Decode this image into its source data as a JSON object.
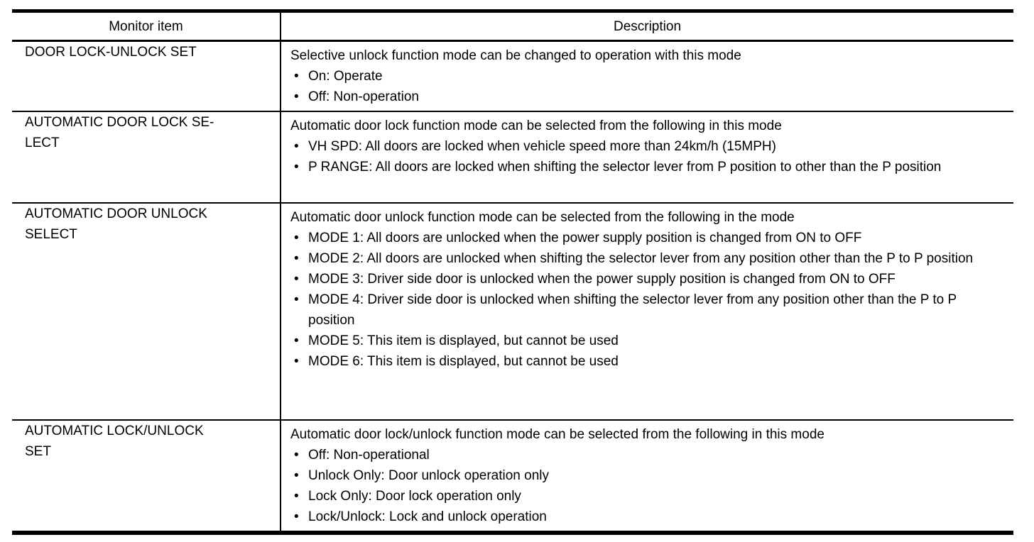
{
  "table": {
    "bullet_char": "•",
    "columns": {
      "monitor_item": "Monitor item",
      "description": "Description"
    },
    "rows": [
      {
        "item": "DOOR LOCK-UNLOCK SET",
        "intro": "Selective unlock function mode can be changed to operation with this mode",
        "bullets": [
          "On: Operate",
          "Off: Non-operation"
        ]
      },
      {
        "item": "AUTOMATIC DOOR LOCK SE-\nLECT",
        "intro": "Automatic door lock function mode can be selected from the following in this mode",
        "bullets": [
          "VH SPD: All doors are locked when vehicle speed more than 24km/h (15MPH)",
          "P RANGE: All doors are locked when shifting the selector lever from P position to other than the P position"
        ]
      },
      {
        "item": "AUTOMATIC DOOR UNLOCK\nSELECT",
        "intro": "Automatic door unlock function mode can be selected from the following in the mode",
        "bullets": [
          "MODE 1: All doors are unlocked when the power supply position is changed from ON to OFF",
          "MODE 2: All doors are unlocked when shifting the selector lever from any position other than the P to P position",
          "MODE 3: Driver side door is unlocked when the power supply position is changed from ON to OFF",
          "MODE 4: Driver side door is unlocked when shifting the selector lever from any position other than the P to P position",
          "MODE 5: This item is displayed, but cannot be used",
          "MODE 6: This item is displayed, but cannot be used"
        ]
      },
      {
        "item": "AUTOMATIC LOCK/UNLOCK\nSET",
        "intro": "Automatic door lock/unlock function mode can be selected from the following in this mode",
        "bullets": [
          "Off: Non-operational",
          "Unlock Only: Door unlock operation only",
          "Lock Only: Door lock operation only",
          "Lock/Unlock: Lock and unlock operation"
        ]
      }
    ]
  }
}
